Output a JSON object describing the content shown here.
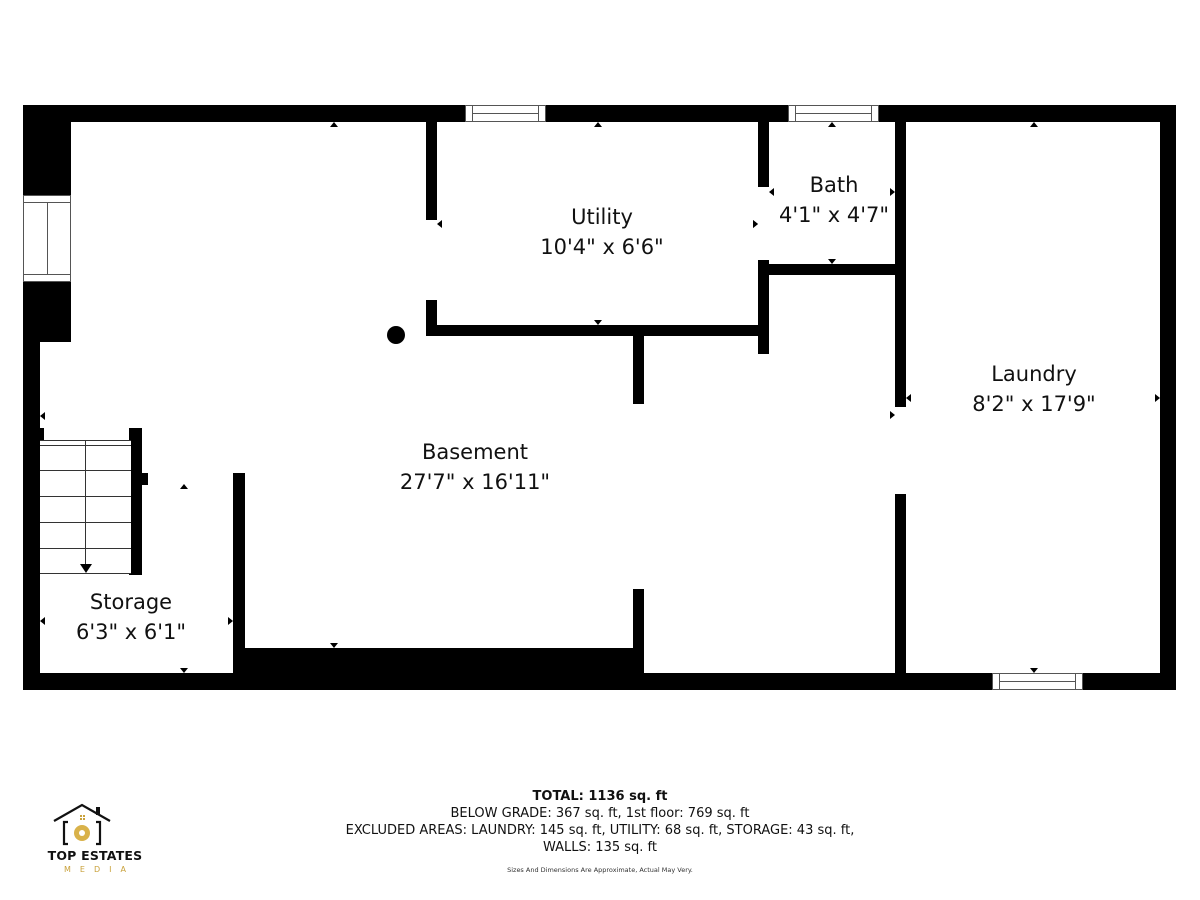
{
  "floor_plan": {
    "rooms": [
      {
        "name": "Basement",
        "dimensions": "27'7\" x 16'11\""
      },
      {
        "name": "Utility",
        "dimensions": "10'4\" x 6'6\""
      },
      {
        "name": "Bath",
        "dimensions": "4'1\" x 4'7\""
      },
      {
        "name": "Laundry",
        "dimensions": "8'2\" x 17'9\""
      },
      {
        "name": "Storage",
        "dimensions": "6'3\" x 6'1\""
      }
    ],
    "colors": {
      "wall": "#000000",
      "background": "#ffffff",
      "logo_accent": "#c9a13b"
    }
  },
  "summary": {
    "total": "TOTAL: 1136 sq. ft",
    "line1": "BELOW GRADE: 367 sq. ft, 1st floor: 769 sq. ft",
    "line2": "EXCLUDED AREAS: LAUNDRY: 145 sq. ft, UTILITY: 68 sq. ft, STORAGE: 43 sq. ft,",
    "line3": "WALLS: 135 sq. ft",
    "disclaimer": "Sizes And Dimensions Are Approximate, Actual May Very."
  },
  "logo": {
    "brand": "TOP ESTATES",
    "sub": "MEDIA"
  }
}
